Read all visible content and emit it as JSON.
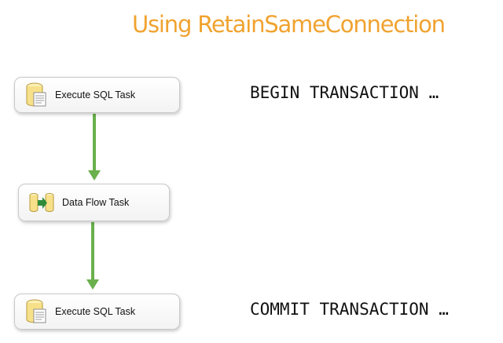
{
  "title": "Using RetainSameConnection",
  "tasks": [
    {
      "label": "Execute SQL Task",
      "icon": "execute-sql-icon"
    },
    {
      "label": "Data Flow Task",
      "icon": "data-flow-icon"
    },
    {
      "label": "Execute SQL Task",
      "icon": "execute-sql-icon"
    }
  ],
  "sql": {
    "begin": "BEGIN TRANSACTION …",
    "commit": "COMMIT TRANSACTION …"
  },
  "colors": {
    "title": "#f0a330",
    "connector": "#6ab04c",
    "task_border": "#c9c9c9"
  }
}
